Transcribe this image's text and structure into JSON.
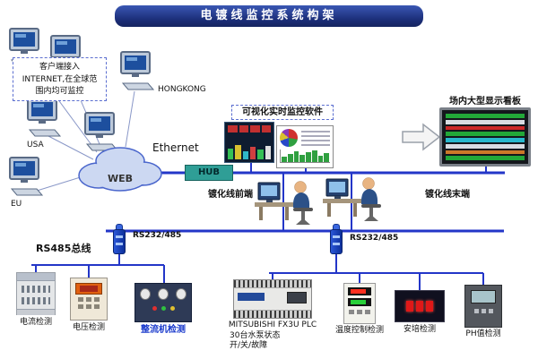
{
  "title": "电镀线监控系统构架",
  "cloud": {
    "label": "WEB"
  },
  "network": {
    "ethernet_label": "Ethernet",
    "hub_label": "HUB",
    "note": "客户端接入\nINTERNET,在全球范\n围内均可监控",
    "clients": {
      "hongkong": "HONGKONG",
      "usa": "USA",
      "eu": "EU"
    }
  },
  "monitoring": {
    "software_label": "可视化实时监控软件",
    "display_board_label": "场内大型显示看板",
    "front_station_label": "镀化线前端",
    "end_station_label": "镀化线末端"
  },
  "fieldbus": {
    "rs485_label": "RS485总线",
    "converter1_label": "RS232/485",
    "converter2_label": "RS232/485"
  },
  "devices": [
    {
      "label": "电流检测"
    },
    {
      "label": "电压检测"
    },
    {
      "label": "整流机检测"
    },
    {
      "label": "MITSUBISHI FX3U PLC",
      "sub1": "30台水泵状态",
      "sub2": "开/关/故障"
    },
    {
      "label": "温度控制检测"
    },
    {
      "label": "安培检测"
    },
    {
      "label": "PH值检测"
    }
  ],
  "colors": {
    "line_blue": "#2336c8",
    "banner_blue": "#1c2f7a",
    "hub_teal": "#2f9e96",
    "label_blue": "#1a3acc"
  }
}
